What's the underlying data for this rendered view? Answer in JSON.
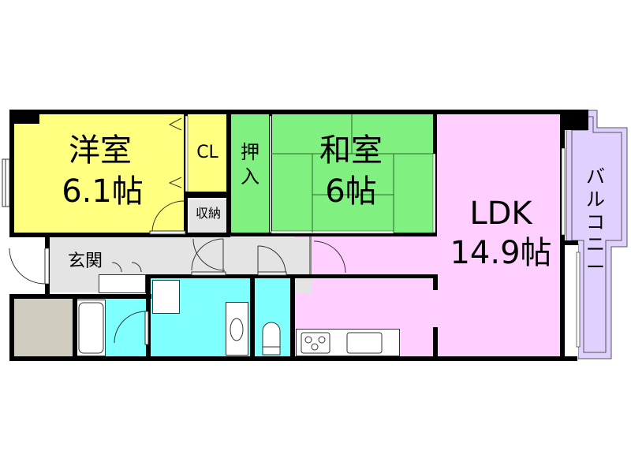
{
  "colors": {
    "western_room": "#ffff80",
    "japanese_room": "#80f080",
    "ldk": "#ffd0ff",
    "balcony": "#e0d0ff",
    "hall": "#e4e4e4",
    "wet_area": "#80ffff",
    "storage_gray": "#d0ccc0",
    "closet_gray": "#e4e4e4",
    "wall": "#000000"
  },
  "rooms": {
    "western": {
      "name": "洋室",
      "size": "6.1帖"
    },
    "closet": {
      "name": "CL"
    },
    "storage": {
      "name": "収納"
    },
    "oshiire": {
      "name": "押\n入"
    },
    "japanese": {
      "name": "和室",
      "size": "6帖"
    },
    "ldk": {
      "name": "LDK",
      "size": "14.9帖"
    },
    "balcony": {
      "name": "バ\nル\nコ\nニ\nー"
    },
    "entrance": {
      "name": "玄関"
    }
  }
}
